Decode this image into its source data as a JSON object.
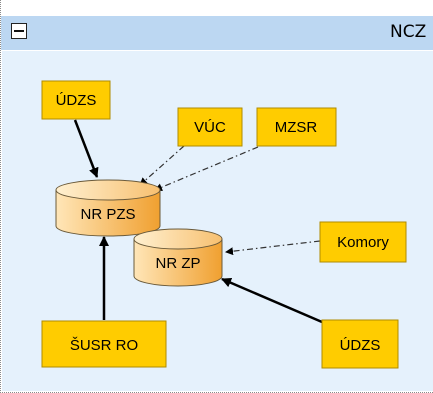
{
  "header": {
    "title": "NCZ",
    "toggle_symbol": "minus"
  },
  "nodes": {
    "udzs_top": "ÚDZS",
    "vuc": "VÚC",
    "mzsr": "MZSR",
    "nr_pzs": "NR PZS",
    "nr_zp": "NR ZP",
    "komory": "Komory",
    "susr_ro": "ŠUSR RO",
    "udzs_bottom": "ÚDZS"
  },
  "edges": [
    {
      "from": "ÚDZS",
      "to": "NR PZS",
      "style": "solid"
    },
    {
      "from": "VÚC",
      "to": "NR PZS",
      "style": "dash-dot"
    },
    {
      "from": "MZSR",
      "to": "NR PZS",
      "style": "dash-dot"
    },
    {
      "from": "ŠUSR RO",
      "to": "NR PZS",
      "style": "solid"
    },
    {
      "from": "Komory",
      "to": "NR ZP",
      "style": "dash-dot"
    },
    {
      "from": "ÚDZS",
      "to": "NR ZP",
      "style": "solid"
    }
  ],
  "colors": {
    "header_bg": "#bcd7f2",
    "canvas_bg": "#e5f1fc",
    "box_fill": "#ffcc00",
    "box_border": "#b08c00",
    "db_fill_light": "#ffe0a8",
    "db_fill_dark": "#f0a030"
  }
}
